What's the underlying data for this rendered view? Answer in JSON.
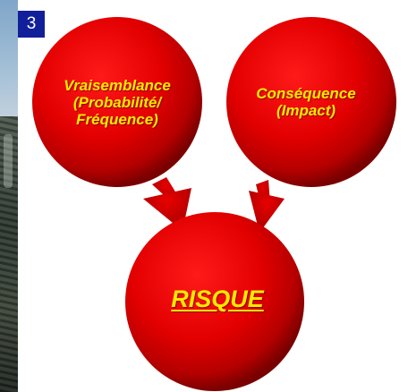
{
  "slide": {
    "number": "3"
  },
  "diagram": {
    "inputs": [
      {
        "lines": [
          "Vraisemblance",
          "(Probabilité/",
          "Fréquence)"
        ]
      },
      {
        "lines": [
          "Conséquence",
          "(Impact)"
        ]
      }
    ],
    "result": "RISQUE"
  },
  "colors": {
    "circle_fill": "#e30000",
    "circle_dark": "#7a0000",
    "arrow_fill": "#c40000",
    "text": "#ffea00",
    "badge_bg": "#11209a",
    "badge_text": "#ffffff"
  }
}
